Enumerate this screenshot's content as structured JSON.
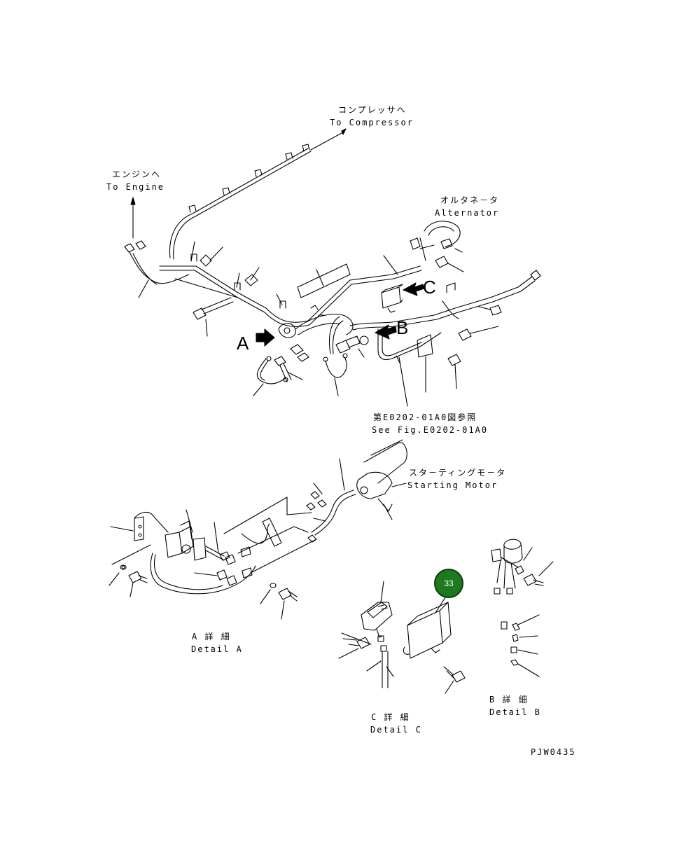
{
  "labels": {
    "compressor_jp": "コンプレッサヘ",
    "compressor_en": "To Compressor",
    "engine_jp": "エンジンヘ",
    "engine_en": "To Engine",
    "alternator_jp": "オルタネ－タ",
    "alternator_en": "Alternator",
    "see_fig_jp": "第E0202-01A0図参照",
    "see_fig_en": "See Fig.E0202-01A0",
    "starting_motor_jp": "スタ－ティングモ－タ",
    "starting_motor_en": "Starting Motor",
    "detail_a_jp": "A 詳 細",
    "detail_a_en": "Detail A",
    "detail_b_jp": "B 詳 細",
    "detail_b_en": "Detail B",
    "detail_c_jp": "C 詳 細",
    "detail_c_en": "Detail C",
    "drawing_code": "PJW0435"
  },
  "callouts": {
    "a": "A",
    "b": "B",
    "c": "C"
  },
  "part_badge": {
    "number": "33",
    "color": "#1f7a1f"
  },
  "icons": [
    "arrow-a-icon",
    "arrow-b-icon",
    "arrow-c-icon"
  ]
}
